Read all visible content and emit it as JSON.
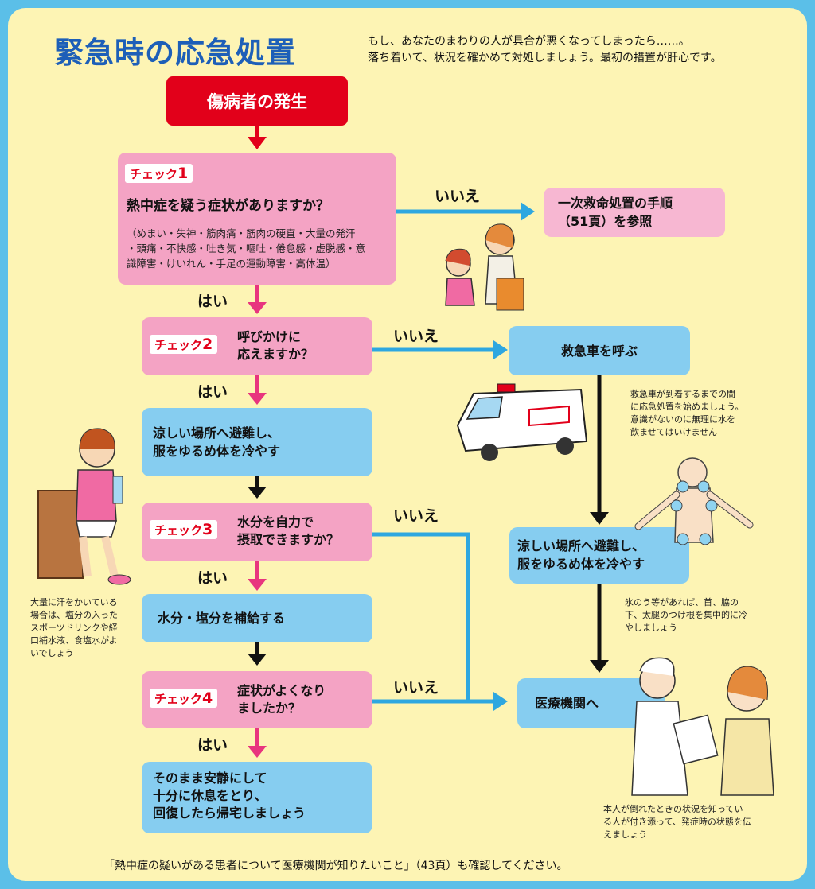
{
  "header": {
    "title": "緊急時の応急処置",
    "intro": [
      "もし、あなたのまわりの人が具合が悪くなってしまったら……。",
      "落ち着いて、状況を確かめて対処しましょう。最初の措置が肝心です。"
    ]
  },
  "start": "傷病者の発生",
  "check1": {
    "tag": "チェック",
    "num": "1",
    "question": "熱中症を疑う症状がありますか？",
    "details": [
      "（めまい・失神・筋肉痛・筋肉の硬直・大量の発汗",
      "・頭痛・不快感・吐き気・嘔吐・倦怠感・虚脱感・意",
      "識障害・けいれん・手足の運動障害・高体温）"
    ]
  },
  "check2": {
    "tag": "チェック",
    "num": "2",
    "question": [
      "呼びかけに",
      "応えますか？"
    ]
  },
  "check3": {
    "tag": "チェック",
    "num": "3",
    "question": [
      "水分を自力で",
      "摂取できますか？"
    ]
  },
  "check4": {
    "tag": "チェック",
    "num": "4",
    "question": [
      "症状がよくなり",
      "ましたか？"
    ]
  },
  "labels": {
    "yes": "はい",
    "no": "いいえ"
  },
  "boxes": {
    "first_aid_ref": [
      "一次救命処置の手順",
      "（51頁）を参照"
    ],
    "call_ambulance": "救急車を呼ぶ",
    "cool_left": [
      "涼しい場所へ避難し、",
      "服をゆるめ体を冷やす"
    ],
    "cool_right": [
      "涼しい場所へ避難し、",
      "服をゆるめ体を冷やす"
    ],
    "hydrate": "水分・塩分を補給する",
    "hospital": "医療機関へ",
    "rest": [
      "そのまま安静にして",
      "十分に休息をとり、",
      "回復したら帰宅しましょう"
    ]
  },
  "notes": {
    "ambulance": [
      "救急車が到着するまでの間",
      "に応急処置を始めましょう。",
      "意識がないのに無理に水を",
      "飲ませてはいけません"
    ],
    "ice": [
      "氷のう等があれば、首、脇の",
      "下、太腿のつけ根を集中的に冷",
      "やしましょう"
    ],
    "sweat": [
      "大量に汗をかいている",
      "場合は、塩分の入った",
      "スポーツドリンクや経",
      "口補水液、食塩水がよ",
      "いでしょう"
    ],
    "accompany": [
      "本人が倒れたときの状況を知ってい",
      "る人が付き添って、発症時の状態を伝",
      "えましょう"
    ]
  },
  "footer": "「熱中症の疑いがある患者について医療機関が知りたいこと」（43頁）も確認してください。",
  "colors": {
    "frame": "#5bbfe8",
    "background": "#fdf4b4",
    "title": "#1d5fb8",
    "start": "#e2001a",
    "check": "#f4a3c4",
    "action": "#86cdf0",
    "yes_arrow": "#e8357e",
    "no_arrow": "#2ea7e0"
  }
}
